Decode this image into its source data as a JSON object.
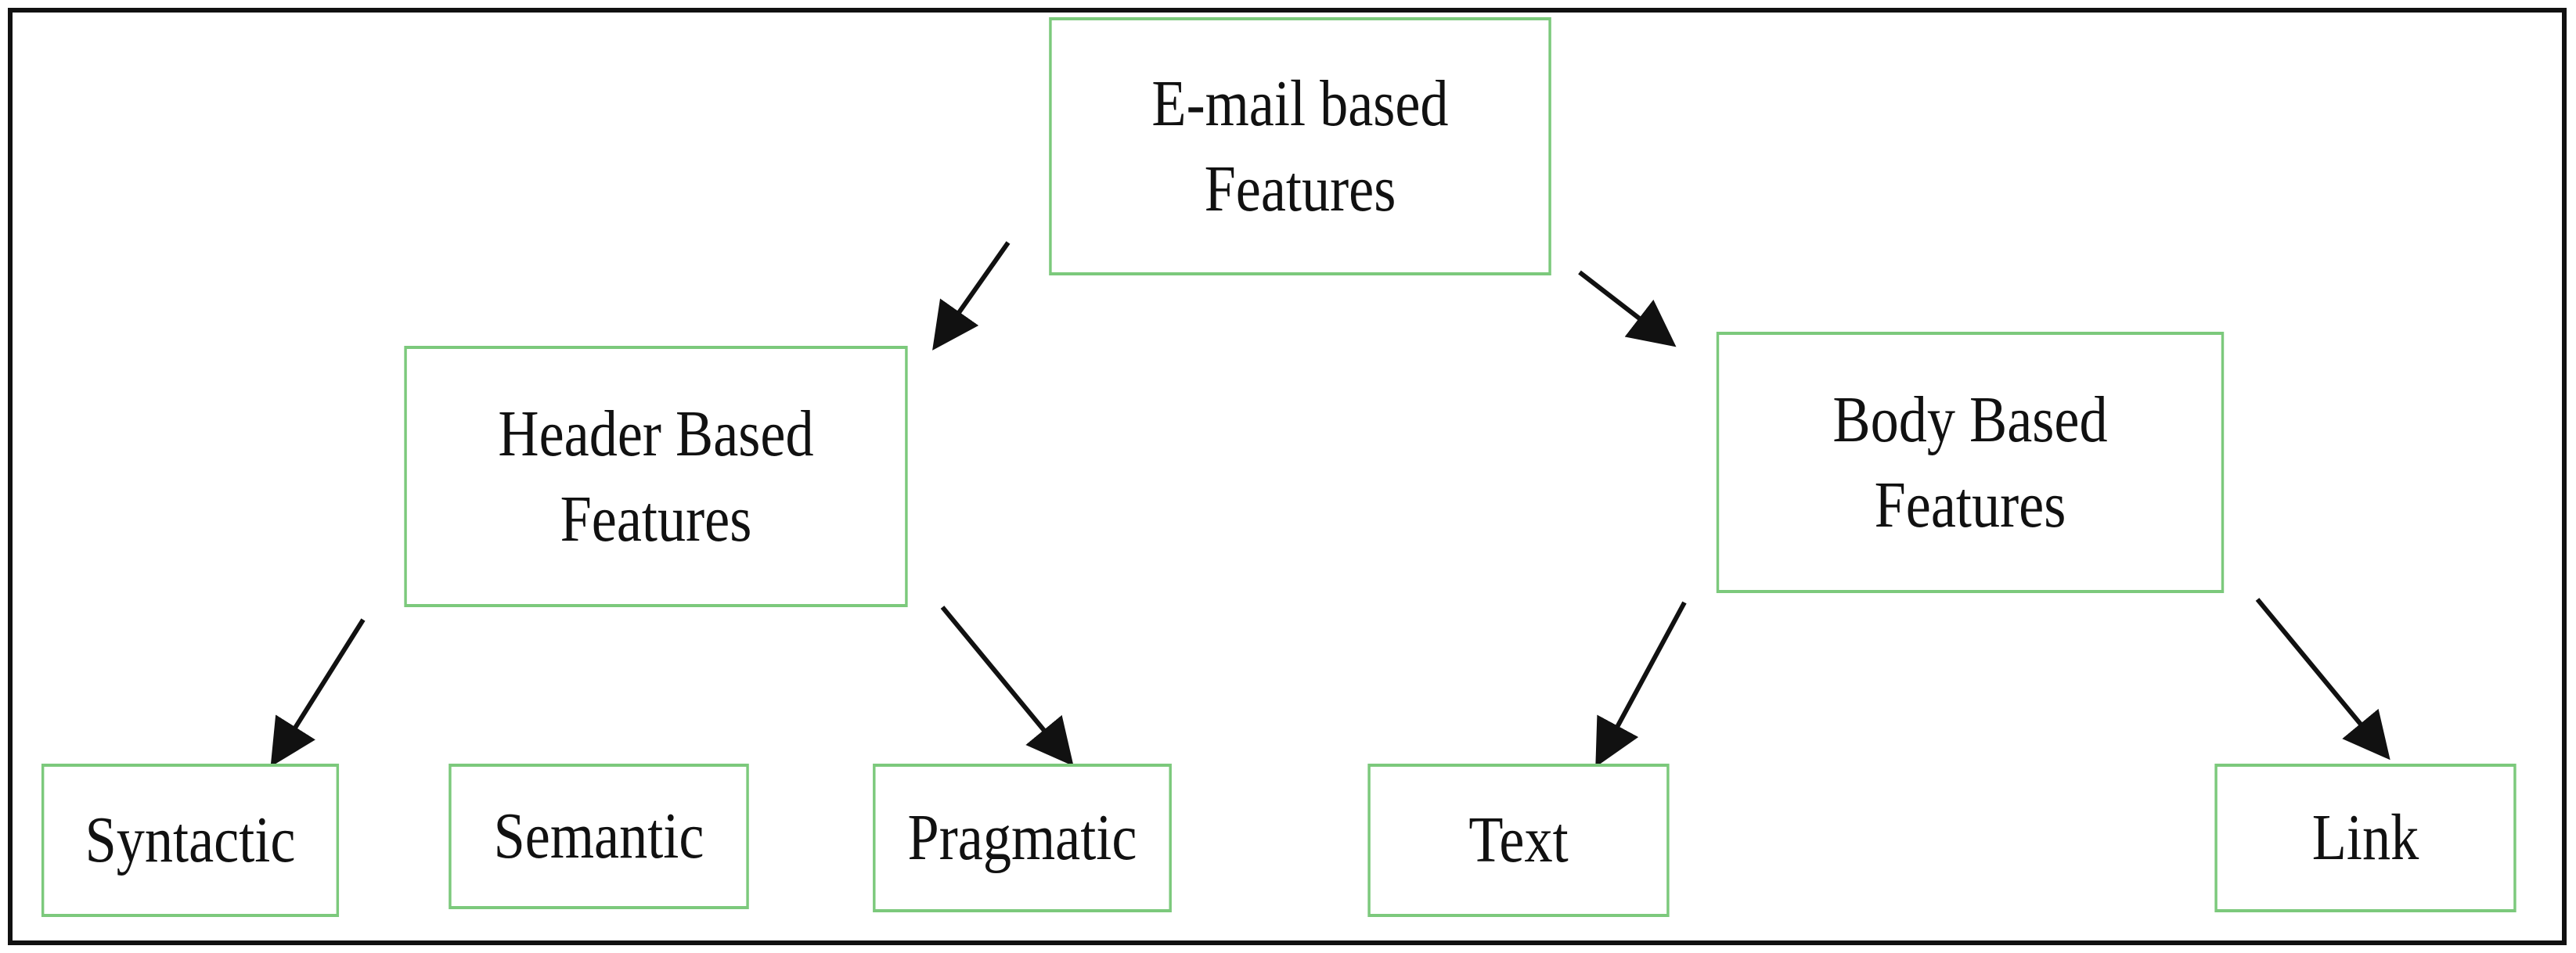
{
  "diagram": {
    "nodes": {
      "root": {
        "label": "E-mail based\nFeatures"
      },
      "header": {
        "label": "Header Based\nFeatures"
      },
      "body": {
        "label": "Body Based\nFeatures"
      },
      "syntactic": {
        "label": "Syntactic"
      },
      "semantic": {
        "label": "Semantic"
      },
      "pragmatic": {
        "label": "Pragmatic"
      },
      "text": {
        "label": "Text"
      },
      "link": {
        "label": "Link"
      }
    },
    "edges": [
      [
        "root",
        "header"
      ],
      [
        "root",
        "body"
      ],
      [
        "header",
        "syntactic"
      ],
      [
        "header",
        "pragmatic"
      ],
      [
        "body",
        "text"
      ],
      [
        "body",
        "link"
      ]
    ],
    "colors": {
      "node_border": "#7cc97c",
      "frame": "#111111",
      "arrow": "#111111"
    }
  }
}
